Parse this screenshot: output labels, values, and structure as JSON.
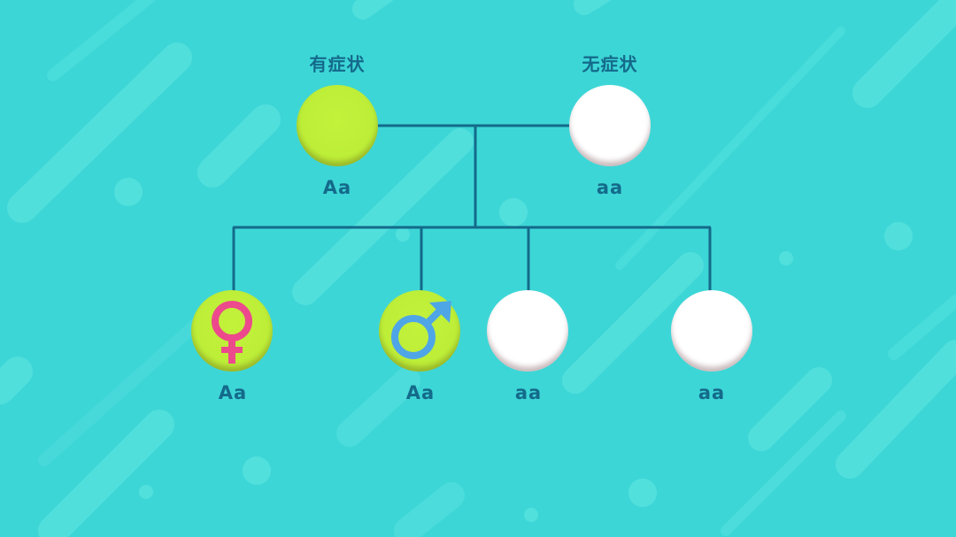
{
  "diagram": {
    "type": "pedigree",
    "colors": {
      "background": "#3dd6d7",
      "background_streak": "#5ae2df",
      "line": "#146a8a",
      "text": "#146a8a",
      "affected_fill": "#bdee38",
      "normal_fill": "#ffffff",
      "female_symbol": "#ec4a8c",
      "male_symbol": "#4fa6e6"
    },
    "parents": [
      {
        "id": "parent-affected",
        "phenotype_label": "有症状",
        "genotype": "Aa",
        "status": "affected",
        "sex": ""
      },
      {
        "id": "parent-unaffected",
        "phenotype_label": "无症状",
        "genotype": "aa",
        "status": "unaffected",
        "sex": ""
      }
    ],
    "children": [
      {
        "id": "child-1",
        "genotype": "Aa",
        "status": "affected",
        "sex": "female",
        "icon": "female-symbol-icon"
      },
      {
        "id": "child-2",
        "genotype": "Aa",
        "status": "affected",
        "sex": "male",
        "icon": "male-symbol-icon"
      },
      {
        "id": "child-3",
        "genotype": "aa",
        "status": "unaffected",
        "sex": ""
      },
      {
        "id": "child-4",
        "genotype": "aa",
        "status": "unaffected",
        "sex": ""
      }
    ]
  }
}
